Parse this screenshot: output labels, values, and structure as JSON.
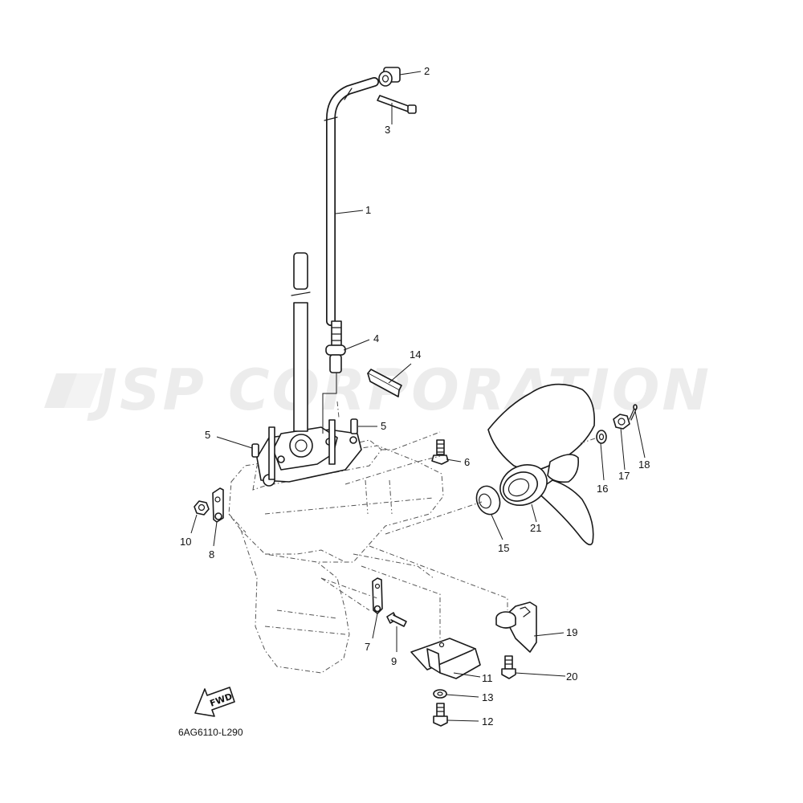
{
  "watermark": {
    "text": "JSP CORPORATION"
  },
  "diagram_code": "6AG6110-L290",
  "fwd_label": "FWD",
  "callouts": [
    "1",
    "2",
    "3",
    "4",
    "5",
    "5",
    "6",
    "7",
    "8",
    "9",
    "10",
    "11",
    "12",
    "13",
    "14",
    "15",
    "16",
    "17",
    "18",
    "19",
    "20",
    "21"
  ]
}
